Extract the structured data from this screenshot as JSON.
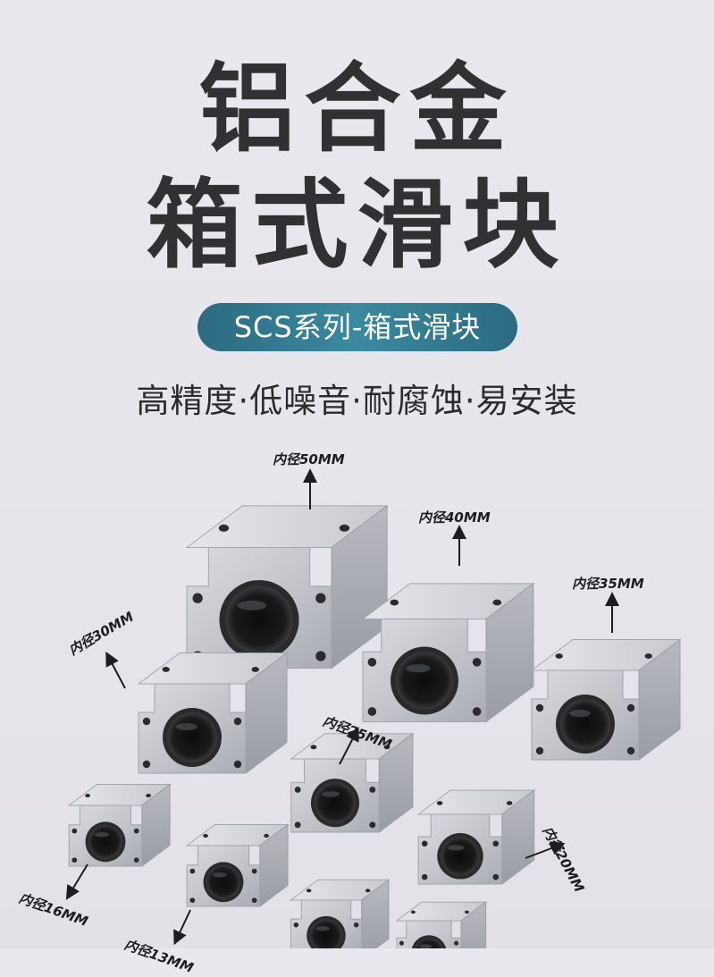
{
  "title": {
    "line1": "铝合金",
    "line2": "箱式滑块"
  },
  "badge_text": "SCS系列-箱式滑块",
  "features_text": "高精度·低噪音·耐腐蚀·易安装",
  "size_labels": {
    "d50": "内径50MM",
    "d40": "内径40MM",
    "d35": "内径35MM",
    "d30": "内径30MM",
    "d25": "内径25MM",
    "d20": "内径20MM",
    "d16": "内径16MM",
    "d13": "内径13MM"
  },
  "colors": {
    "background": "#e8e7ed",
    "title": "#313133",
    "badge": "#336f85",
    "block_metal": "#c9cbd0",
    "bearing": "#111111"
  }
}
